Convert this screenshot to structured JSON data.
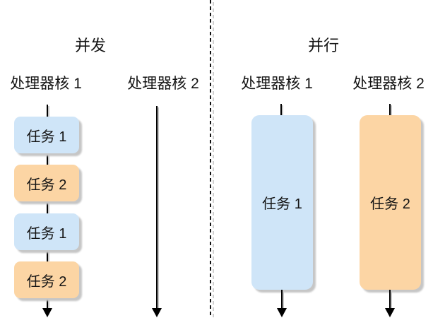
{
  "colors": {
    "task1_fill": "#cfe5f8",
    "task2_fill": "#fcd5a4",
    "line": "#000000",
    "shadow": "#c6c6c6",
    "text": "#141414"
  },
  "concurrency": {
    "title": "并发",
    "core1": {
      "label": "处理器核 1",
      "tasks": [
        {
          "label": "任务 1",
          "type": "task1"
        },
        {
          "label": "任务 2",
          "type": "task2"
        },
        {
          "label": "任务 1",
          "type": "task1"
        },
        {
          "label": "任务 2",
          "type": "task2"
        }
      ]
    },
    "core2": {
      "label": "处理器核 2",
      "tasks": []
    }
  },
  "parallelism": {
    "title": "并行",
    "core1": {
      "label": "处理器核 1",
      "task": {
        "label": "任务 1",
        "type": "task1"
      }
    },
    "core2": {
      "label": "处理器核 2",
      "task": {
        "label": "任务 2",
        "type": "task2"
      }
    }
  }
}
